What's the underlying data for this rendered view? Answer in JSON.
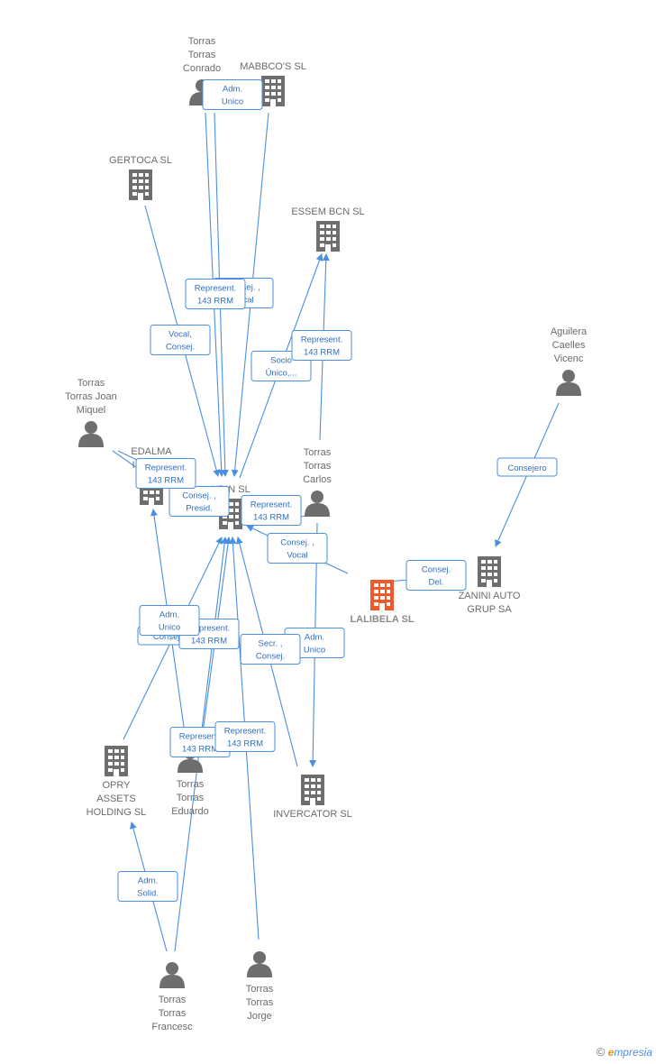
{
  "colors": {
    "edge": "#4a8fe0",
    "node": "#6e6e6e",
    "focus": "#f05a28"
  },
  "nodes": [
    {
      "id": "conrado",
      "type": "person",
      "lines": [
        "Torras",
        "Torras",
        "Conrado"
      ]
    },
    {
      "id": "mabbcos",
      "type": "company",
      "lines": [
        "MABBCO'S SL"
      ]
    },
    {
      "id": "gertoca",
      "type": "company",
      "lines": [
        "GERTOCA SL"
      ]
    },
    {
      "id": "essem",
      "type": "company",
      "lines": [
        "ESSEM BCN  SL"
      ]
    },
    {
      "id": "aguilera",
      "type": "person",
      "lines": [
        "Aguilera",
        "Caelles",
        "Vicenc"
      ]
    },
    {
      "id": "joanmiquel",
      "type": "person",
      "lines": [
        "Torras",
        "Torras Joan",
        "Miquel"
      ]
    },
    {
      "id": "edalma",
      "type": "company",
      "lines": [
        "EDALMA",
        "INVER..."
      ]
    },
    {
      "id": "udin",
      "type": "company",
      "lines": [
        "UDIN SL"
      ]
    },
    {
      "id": "carlos",
      "type": "person",
      "lines": [
        "Torras",
        "Torras",
        "Carlos"
      ]
    },
    {
      "id": "lalibela",
      "type": "focus",
      "lines": [
        "LALIBELA SL"
      ]
    },
    {
      "id": "zanini",
      "type": "company",
      "lines": [
        "ZANINI AUTO",
        "GRUP SA"
      ]
    },
    {
      "id": "opry",
      "type": "company",
      "lines": [
        "OPRY",
        "ASSETS",
        "HOLDING SL"
      ]
    },
    {
      "id": "eduardo",
      "type": "person",
      "lines": [
        "Torras",
        "Torras",
        "Eduardo"
      ]
    },
    {
      "id": "invercator",
      "type": "company",
      "lines": [
        "INVERCATOR SL"
      ]
    },
    {
      "id": "francesc",
      "type": "person",
      "lines": [
        "Torras",
        "Torras",
        "Francesc"
      ]
    },
    {
      "id": "jorge",
      "type": "person",
      "lines": [
        "Torras",
        "Torras",
        "Jorge"
      ]
    }
  ],
  "edges": [
    {
      "from": "conrado",
      "to": "udin",
      "label": [
        "Adm.",
        "Unico"
      ]
    },
    {
      "from": "mabbcos",
      "to": "udin",
      "label": [
        "Consej. ,",
        "Vocal"
      ]
    },
    {
      "from": "gertoca",
      "to": "udin",
      "label": [
        "Vocal,",
        "Consej."
      ]
    },
    {
      "from": "joanmiquel",
      "to": "udin",
      "label": [
        "Consej. ,",
        "Presid."
      ]
    },
    {
      "from": "udin",
      "to": "essem",
      "label": [
        "Socio",
        "Único,..."
      ]
    },
    {
      "from": "carlos",
      "to": "essem",
      "label": [
        "Represent.",
        "143 RRM"
      ]
    },
    {
      "from": "conrado",
      "to": "udin",
      "label": [
        "Represent.",
        "143 RRM"
      ]
    },
    {
      "from": "aguilera",
      "to": "zanini",
      "label": [
        "Consejero"
      ]
    },
    {
      "from": "lalibela",
      "to": "zanini",
      "label": [
        "Consej.",
        "Del."
      ]
    },
    {
      "from": "lalibela",
      "to": "udin",
      "label": [
        "Consej. ,",
        "Vocal"
      ]
    },
    {
      "from": "carlos",
      "to": "udin",
      "label": [
        "Represent.",
        "143 RRM"
      ]
    },
    {
      "from": "joanmiquel",
      "to": "edalma",
      "label": [
        "Represent.",
        "143 RRM"
      ]
    },
    {
      "from": "carlos",
      "to": "invercator",
      "label": [
        "Adm.",
        "Unico"
      ]
    },
    {
      "from": "invercator",
      "to": "udin",
      "label": [
        "Secr. ,",
        "Consej."
      ]
    },
    {
      "from": "opry",
      "to": "udin",
      "label": [
        "Consej."
      ]
    },
    {
      "from": "eduardo",
      "to": "udin",
      "label": [
        "Represent.",
        "143 RRM"
      ]
    },
    {
      "from": "eduardo",
      "to": "edalma",
      "label": [
        "Adm.",
        "Unico"
      ]
    },
    {
      "from": "francesc",
      "to": "udin",
      "label": [
        "Represent.",
        "143 RRM"
      ]
    },
    {
      "from": "jorge",
      "to": "udin",
      "label": [
        "Represent.",
        "143 RRM"
      ]
    },
    {
      "from": "francesc",
      "to": "opry",
      "label": [
        "Adm.",
        "Solid."
      ]
    }
  ],
  "footer": {
    "copyright": "©",
    "brand_initial": "e",
    "brand_rest": "mpresia"
  }
}
